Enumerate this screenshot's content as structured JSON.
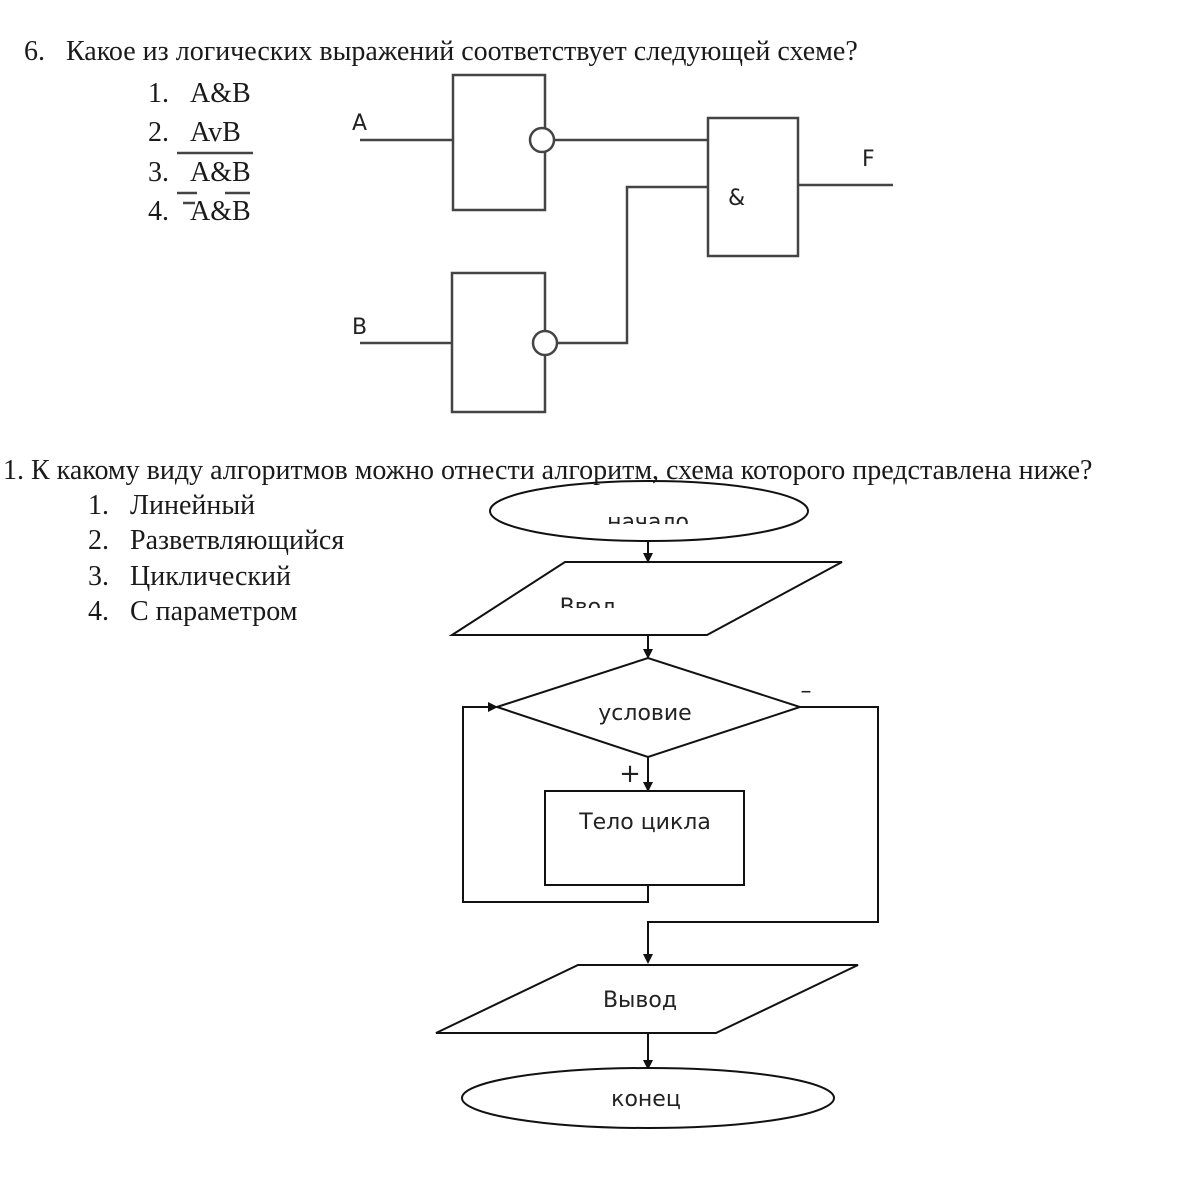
{
  "question6": {
    "number": "6.",
    "text": "Какое из логических выражений соответствует следующей схеме?",
    "options": [
      {
        "num": "1.",
        "label": "A&B"
      },
      {
        "num": "2.",
        "label": "AvB"
      },
      {
        "num": "3.",
        "label": "A&B"
      },
      {
        "num": "4.",
        "label": "A&B"
      }
    ],
    "diagram": {
      "input_a": "A",
      "input_b": "B",
      "and_gate": "&",
      "output": "F"
    }
  },
  "question11": {
    "text": "1. К какому виду алгоритмов можно отнести алгоритм, схема которого представлена ниже?",
    "options": [
      {
        "num": "1.",
        "label": "Линейный"
      },
      {
        "num": "2.",
        "label": "Разветвляющийся"
      },
      {
        "num": "3.",
        "label": "Циклический"
      },
      {
        "num": "4.",
        "label": "С параметром"
      }
    ],
    "flowchart": {
      "start": "начало",
      "input": "Ввод",
      "condition": "условие",
      "no_mark": "–",
      "yes_mark": "+",
      "body": "Тело цикла",
      "output": "Вывод",
      "end": "конец"
    }
  }
}
